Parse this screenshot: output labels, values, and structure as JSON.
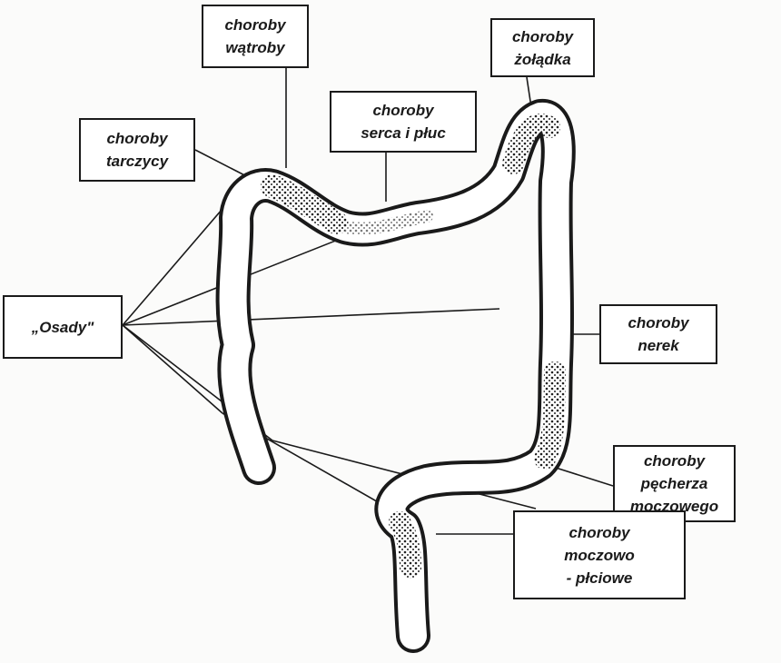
{
  "title": "Osady i choroby narządów",
  "center": {
    "label": "„Osady\""
  },
  "boxes": {
    "liver": {
      "line1": "choroby",
      "line2": "wątroby"
    },
    "stomach": {
      "line1": "choroby",
      "line2": "żołądka"
    },
    "heart_lungs": {
      "line1": "choroby",
      "line2": "serca i płuc"
    },
    "thyroid": {
      "line1": "choroby",
      "line2": "tarczycy"
    },
    "kidneys": {
      "line1": "choroby",
      "line2": "nerek"
    },
    "bladder": {
      "line1": "choroby",
      "line2": "pęcherza",
      "line3": "moczowego"
    },
    "urogenital": {
      "line1": "choroby",
      "line2": "moczowo",
      "line3": "- płciowe"
    }
  }
}
